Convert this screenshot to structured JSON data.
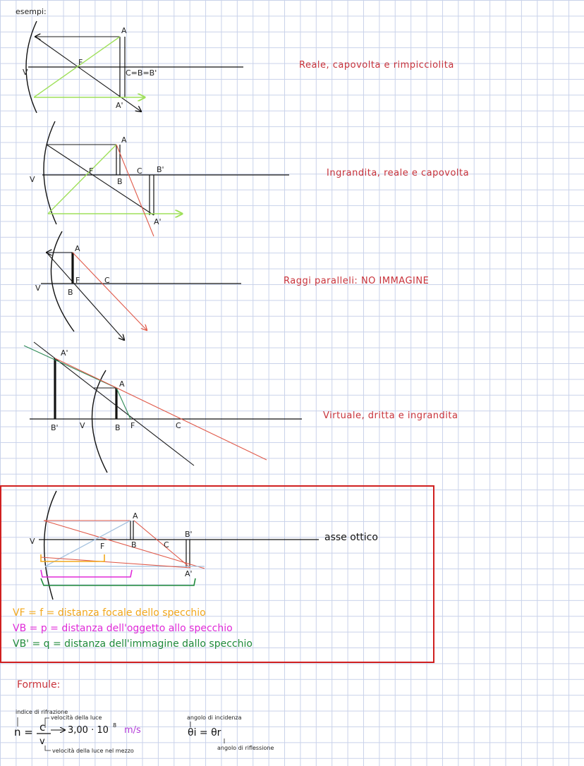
{
  "heading": "esempi:",
  "examples": [
    {
      "caption": "Reale, capovolta e rimpicciolita",
      "labels": {
        "A": "A",
        "F": "F",
        "V": "V",
        "CBB": "C=B=B'",
        "A_img": "A'"
      }
    },
    {
      "caption": "Ingrandita, reale e capovolta",
      "labels": {
        "A": "A",
        "F": "F",
        "V": "V",
        "B": "B",
        "C": "C",
        "B_img": "B'",
        "A_img": "A'"
      }
    },
    {
      "caption": "Raggi paralleli: NO IMMAGINE",
      "labels": {
        "A": "A",
        "F": "F",
        "V": "V",
        "B": "B",
        "C": "C"
      }
    },
    {
      "caption": "Virtuale, dritta e ingrandita",
      "labels": {
        "A_img": "A'",
        "A": "A",
        "B_img": "B'",
        "V": "V",
        "B": "B",
        "F": "F",
        "C": "C"
      }
    }
  ],
  "box": {
    "axis_label": "asse ottico",
    "labels": {
      "V": "V",
      "F": "F",
      "A": "A",
      "B": "B",
      "C": "C",
      "B_img": "B'",
      "A_img": "A'"
    },
    "definitions": [
      {
        "text": "VF = f = distanza focale dello specchio",
        "color": "#f2a81d"
      },
      {
        "text": "VB = p = distanza dell'oggetto allo specchio",
        "color": "#e02ad8"
      },
      {
        "text": "VB' = q = distanza dell'immagine dallo specchio",
        "color": "#1f8a3a"
      }
    ],
    "border_color": "#d02020"
  },
  "formulas": {
    "title": "Formule:",
    "index_note": "indice di rifrazione",
    "c_note": "velocità della luce",
    "n_symbol": "n =",
    "numerator": "c",
    "denominator": "v",
    "c_value": "3,00 · 10",
    "c_exp": "8",
    "units": "m/s",
    "v_note": "velocità della luce nel mezzo",
    "incidence_note": "angolo di incidenza",
    "law": "θi = θr",
    "reflection_note": "angolo di riflessione"
  },
  "colors": {
    "caption": "#c8323a",
    "orange": "#f2a81d",
    "magenta": "#e02ad8",
    "green": "#1f8a3a",
    "units": "#b23ad8"
  }
}
